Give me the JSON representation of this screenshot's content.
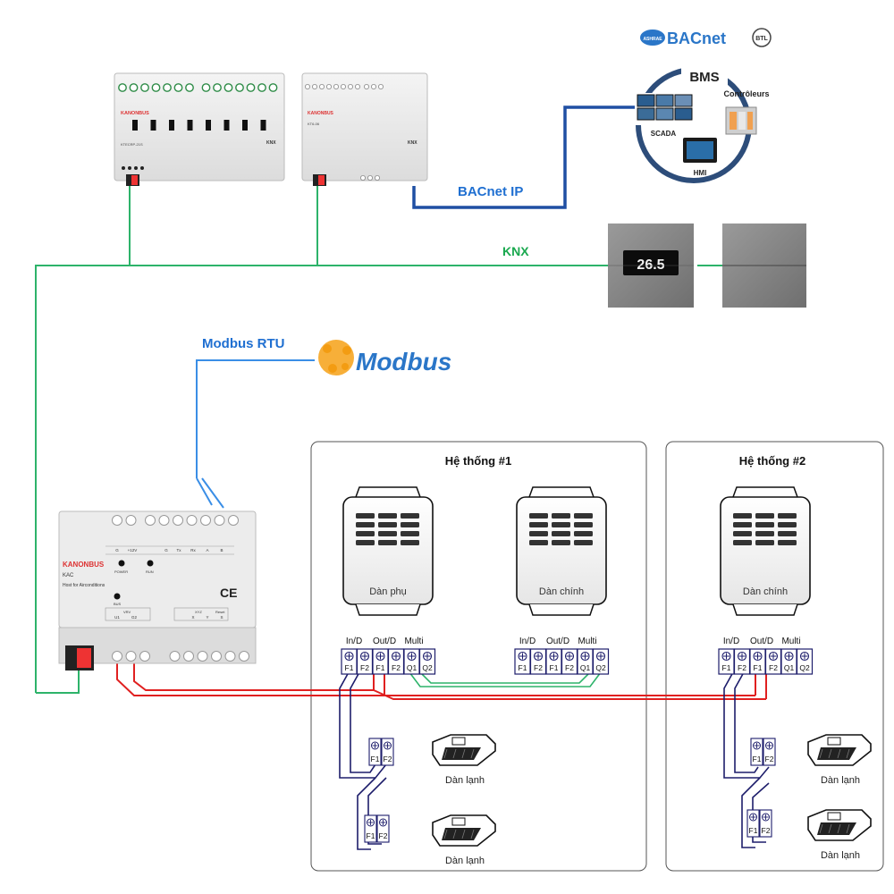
{
  "labels": {
    "bacnet_ip": "BACnet IP",
    "knx": "KNX",
    "modbus_rtu": "Modbus RTU",
    "modbus_logo": "Modbus",
    "bacnet_logo": "BACnet",
    "ashrae": "ASHRAE",
    "btl": "BTL",
    "bms": "BMS",
    "scada": "SCADA",
    "hmi": "HMI",
    "controleurs": "Contrôleurs"
  },
  "devices": {
    "actuator1": {
      "brand": "KANONBUS",
      "model": "KTECRP-21S",
      "cert": "KNX"
    },
    "actuator2": {
      "brand": "KANONBUS",
      "model": "KT6-06",
      "cert": "KNX"
    },
    "thermostat": {
      "display": "26.5"
    },
    "gateway": {
      "brand": "KANONBUS",
      "model": "KAC",
      "desc": "Host for Airconditions",
      "power": "POWER",
      "run": "RUN",
      "bus": "BUS",
      "vrv": "VRV",
      "xyz": "XYZ",
      "reset": "Reset",
      "terminals": [
        "G",
        "+12V",
        "G",
        "Tx",
        "Rx",
        "A",
        "B"
      ],
      "bottom_terminals": [
        "U1",
        "G2",
        "X",
        "Y",
        "S"
      ]
    }
  },
  "systems": [
    {
      "title": "Hệ thống #1"
    },
    {
      "title": "Hệ thống #2"
    }
  ],
  "outdoor_units": [
    {
      "label": "Dàn phụ",
      "terms": [
        "In/D",
        "Out/D",
        "Multi"
      ],
      "pins": [
        "F1",
        "F2",
        "F1",
        "F2",
        "Q1",
        "Q2"
      ]
    },
    {
      "label": "Dàn chính",
      "terms": [
        "In/D",
        "Out/D",
        "Multi"
      ],
      "pins": [
        "F1",
        "F2",
        "F1",
        "F2",
        "Q1",
        "Q2"
      ]
    },
    {
      "label": "Dàn chính",
      "terms": [
        "In/D",
        "Out/D",
        "Multi"
      ],
      "pins": [
        "F1",
        "F2",
        "F1",
        "F2",
        "Q1",
        "Q2"
      ]
    }
  ],
  "indoor_units": [
    {
      "label": "Dàn lạnh",
      "pins": [
        "F1",
        "F2"
      ]
    },
    {
      "label": "Dàn lạnh",
      "pins": [
        "F1",
        "F2"
      ]
    },
    {
      "label": "Dàn lạnh",
      "pins": [
        "F1",
        "F2"
      ]
    },
    {
      "label": "Dàn lạnh",
      "pins": [
        "F1",
        "F2"
      ]
    }
  ],
  "colors": {
    "knx": "#2db36a",
    "bacnet": "#1f4fa3",
    "modbus": "#3a8ee6",
    "ac_bus": "#e02020",
    "indoor_bus": "#1d1d6b",
    "label_blue": "#1f6fd1",
    "label_green": "#19a84e"
  }
}
